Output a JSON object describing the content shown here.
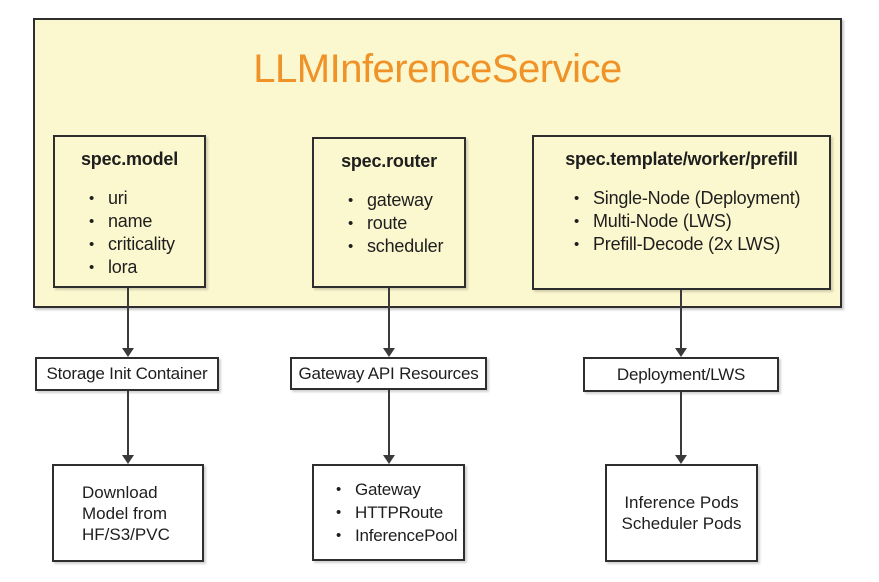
{
  "diagram": {
    "title": "LLMInferenceService",
    "colors": {
      "container_fill": "#FBF7CE",
      "title_text": "#EF9227",
      "border": "#2E2E2E",
      "box_fill": "#FFFFFF",
      "arrow": "#3A3A3A",
      "text": "#1E1E1E"
    },
    "spec_boxes": [
      {
        "title": "spec.model",
        "items": [
          "uri",
          "name",
          "criticality",
          "lora"
        ]
      },
      {
        "title": "spec.router",
        "items": [
          "gateway",
          "route",
          "scheduler"
        ]
      },
      {
        "title": "spec.template/worker/prefill",
        "items": [
          "Single-Node (Deployment)",
          "Multi-Node (LWS)",
          "Prefill-Decode (2x LWS)"
        ]
      }
    ],
    "mid_boxes": [
      {
        "label": "Storage Init Container"
      },
      {
        "label": "Gateway API Resources"
      },
      {
        "label": "Deployment/LWS"
      }
    ],
    "bottom_boxes": [
      {
        "lines": [
          "Download",
          "Model from",
          "HF/S3/PVC"
        ]
      },
      {
        "items": [
          "Gateway",
          "HTTPRoute",
          "InferencePool"
        ]
      },
      {
        "lines": [
          "Inference Pods",
          "Scheduler Pods"
        ]
      }
    ]
  }
}
